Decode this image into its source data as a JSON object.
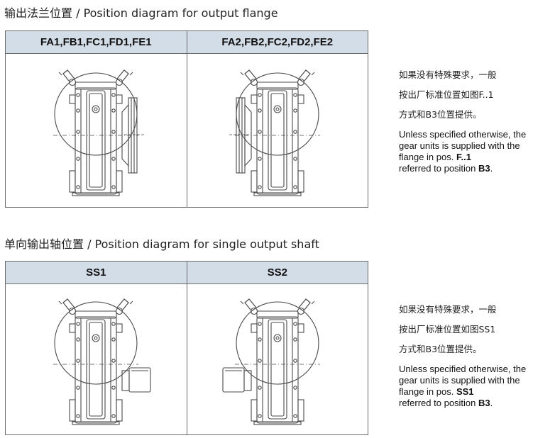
{
  "sections": [
    {
      "title": "输出法兰位置 / Position diagram for output flange",
      "columns": [
        "FA1,FB1,FC1,FD1,FE1",
        "FA2,FB2,FC2,FD2,FE2"
      ],
      "note": {
        "cn_line1": "如果没有特殊要求，一般",
        "cn_line2": "按出厂标准位置如图F..1",
        "cn_line3": "方式和B3位置提供。",
        "en_text": "Unless specified otherwise, the gear units is supplied with the flange in pos.",
        "en_pos": "F..1",
        "en_referred": "referred to position",
        "en_b3": "B3",
        "en_end": "."
      }
    },
    {
      "title": "单向输出轴位置 / Position diagram for single output shaft",
      "columns": [
        "SS1",
        "SS2"
      ],
      "note": {
        "cn_line1": "如果没有特殊要求，一般",
        "cn_line2": "按出厂标准位置如图SS1",
        "cn_line3": "方式和B3位置提供。",
        "en_text": "Unless specified otherwise, the gear units is supplied with the flange in pos.",
        "en_pos": "SS1",
        "en_referred": "referred to position",
        "en_b3": "B3",
        "en_end": "."
      }
    }
  ],
  "colors": {
    "header_bg": "#d3dde8",
    "border": "#6a6a6a",
    "line": "#444444"
  }
}
